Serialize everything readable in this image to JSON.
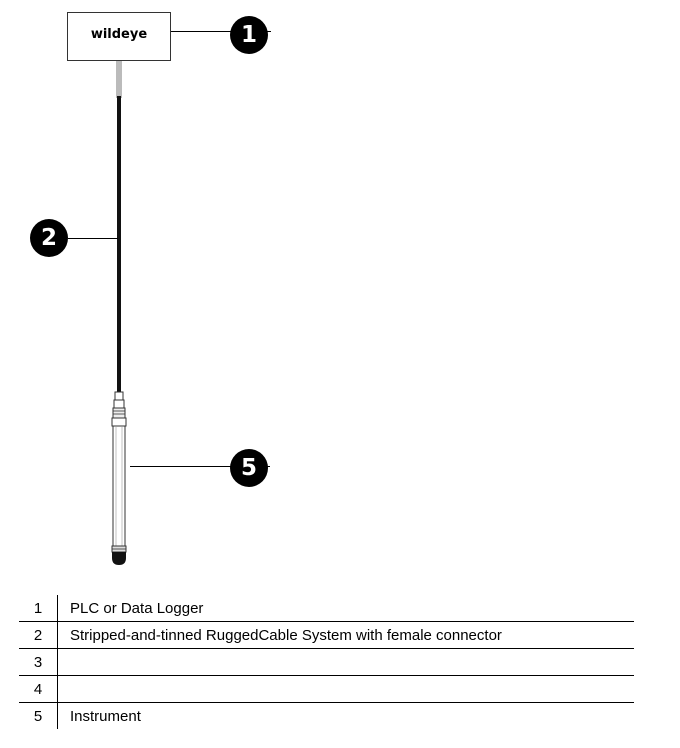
{
  "diagram": {
    "logger_label": "wildeye",
    "callouts": [
      "1",
      "2",
      "5"
    ]
  },
  "table": {
    "rows": [
      {
        "num": "1",
        "desc": "PLC or Data Logger"
      },
      {
        "num": "2",
        "desc": "Stripped-and-tinned RuggedCable System with female connector"
      },
      {
        "num": "3",
        "desc": ""
      },
      {
        "num": "4",
        "desc": ""
      },
      {
        "num": "5",
        "desc": "Instrument"
      }
    ]
  }
}
